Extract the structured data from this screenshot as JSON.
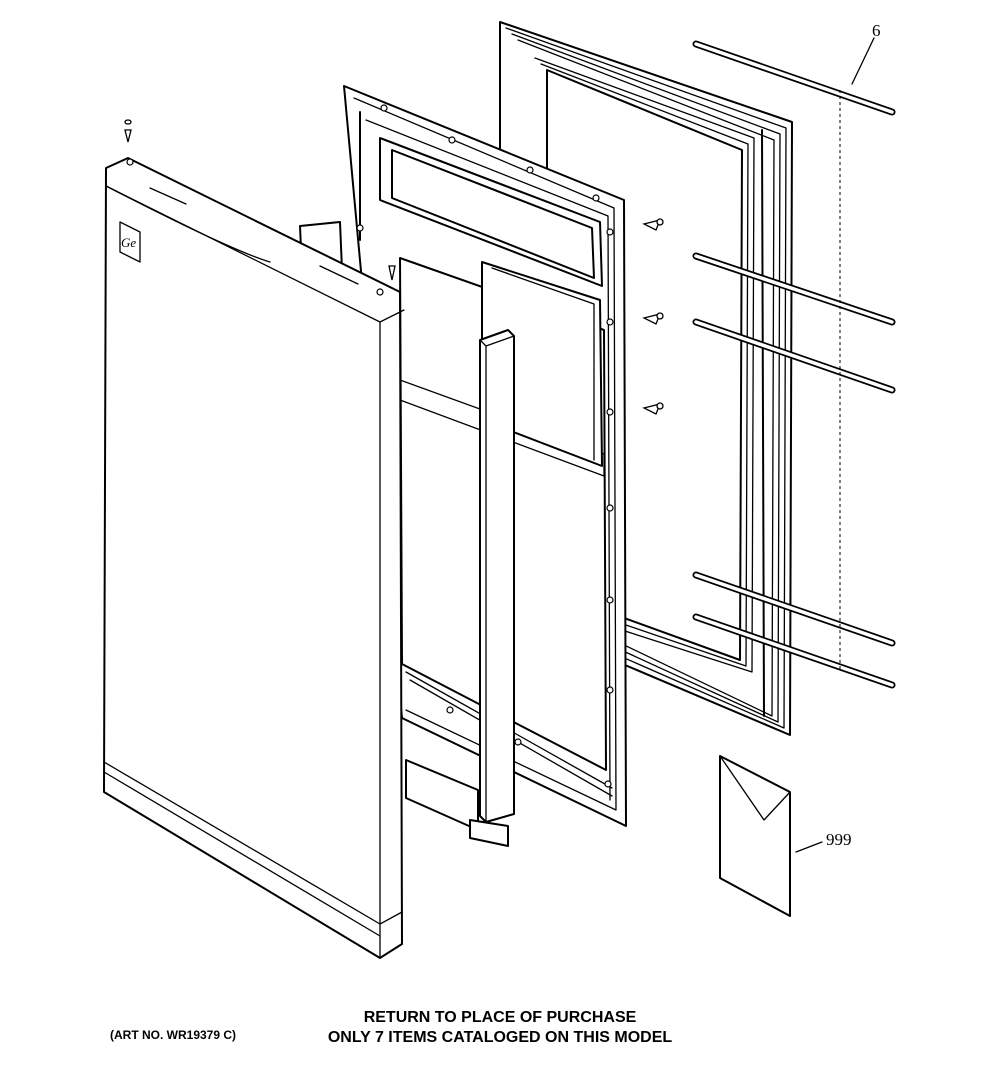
{
  "callouts": {
    "gasket_rods": "6",
    "literature": "999"
  },
  "logo": "Ge",
  "footer": {
    "line1": "RETURN TO PLACE OF PURCHASE",
    "line2": "ONLY 7 ITEMS CATALOGED ON THIS MODEL",
    "art_no": "(ART NO. WR19379 C)"
  }
}
